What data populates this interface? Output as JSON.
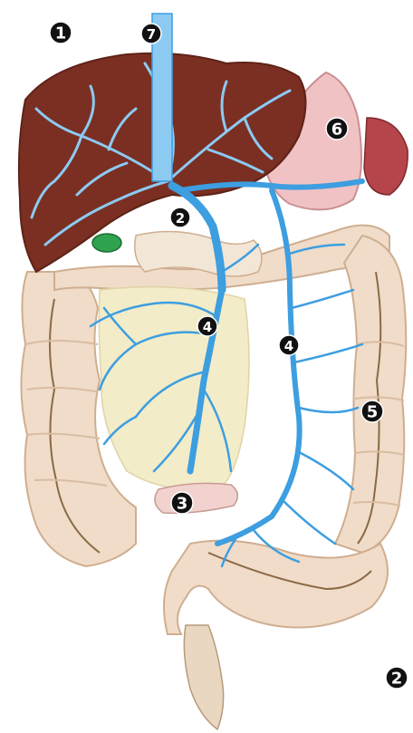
{
  "diagram": {
    "colors": {
      "liver": "#7a2f22",
      "liver_dark": "#5e2217",
      "veins": "#3d9ee0",
      "veins_light": "#8ccaf2",
      "intestine": "#f0dcc9",
      "intestine_shade": "#d9bda2",
      "intestine_seam": "#8a6a43",
      "mesentery": "#f3ecc8",
      "stomach": "#f1c2c4",
      "spleen": "#b5454a",
      "gallbladder": "#2fa34f",
      "marker_bg": "#111111",
      "marker_text": "#ffffff"
    },
    "markers": [
      {
        "label": "1"
      },
      {
        "label": "7"
      },
      {
        "label": "6"
      },
      {
        "label": "2"
      },
      {
        "label": "4"
      },
      {
        "label": "4"
      },
      {
        "label": "5"
      },
      {
        "label": "3"
      },
      {
        "label": "2"
      }
    ]
  }
}
